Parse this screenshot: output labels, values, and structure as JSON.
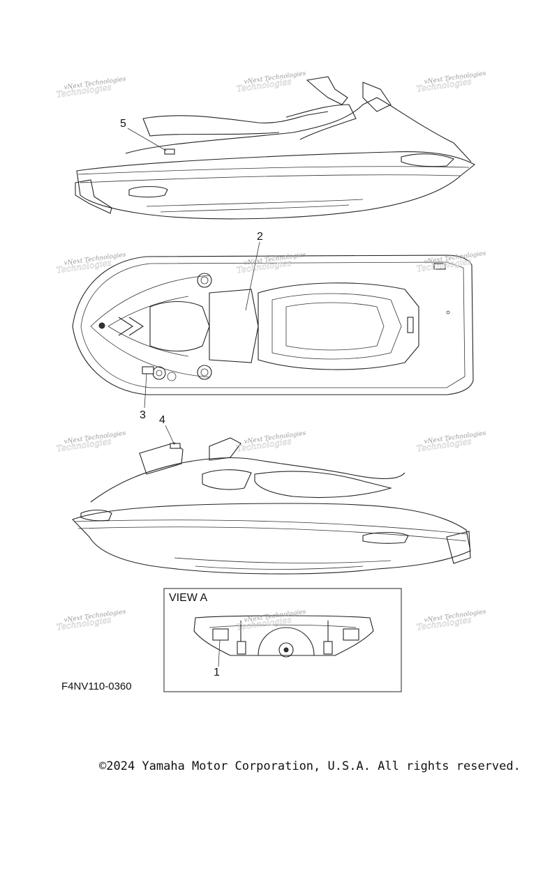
{
  "watermark": "vNext Technologies",
  "callouts": [
    "1",
    "2",
    "3",
    "4",
    "5"
  ],
  "view_label": "VIEW A",
  "diagram_code": "F4NV110-0360",
  "copyright": "©2024 Yamaha Motor Corporation, U.S.A. All rights reserved."
}
